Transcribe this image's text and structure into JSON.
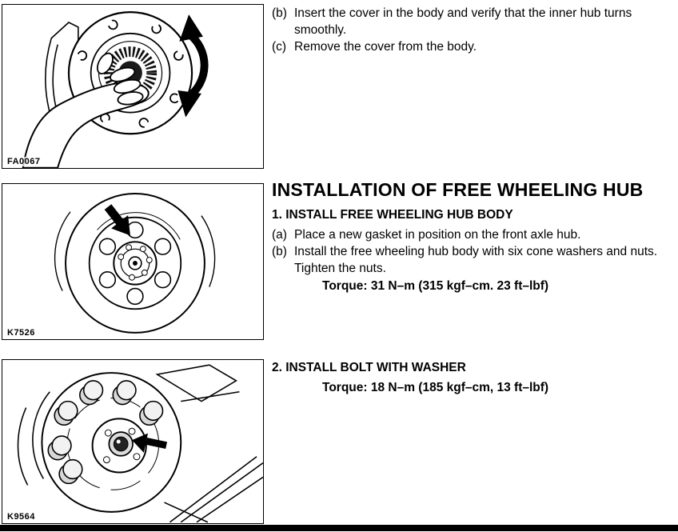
{
  "figures": [
    {
      "code": "FA0067"
    },
    {
      "code": "K7526"
    },
    {
      "code": "K9564"
    }
  ],
  "steps_top": [
    {
      "label": "(b)",
      "text": "Insert the cover in the body and verify that the inner hub turns smoothly."
    },
    {
      "label": "(c)",
      "text": "Remove the cover from the body."
    }
  ],
  "section": {
    "title": "INSTALLATION OF FREE WHEELING HUB"
  },
  "step1": {
    "heading": "1. INSTALL FREE WHEELING HUB BODY",
    "items": [
      {
        "label": "(a)",
        "text": "Place a new gasket in position on the front axle hub."
      },
      {
        "label": "(b)",
        "text": "Install the free wheeling hub body with six cone washers and nuts. Tighten the nuts."
      }
    ],
    "torque": "Torque: 31 N–m (315 kgf–cm. 23 ft–lbf)"
  },
  "step2": {
    "heading": "2. INSTALL BOLT WITH WASHER",
    "torque": "Torque: 18 N–m (185 kgf–cm, 13 ft–lbf)"
  }
}
